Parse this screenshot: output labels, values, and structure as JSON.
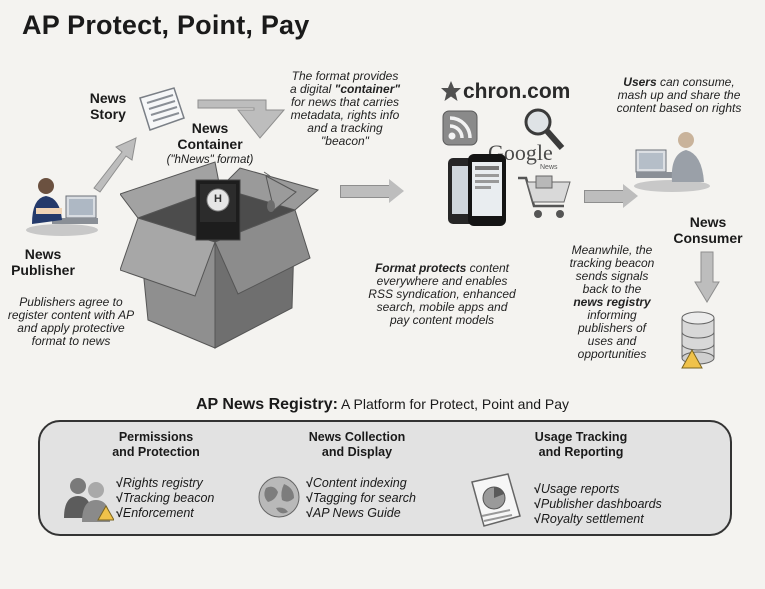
{
  "title": "AP Protect, Point, Pay",
  "labels": {
    "news_story": [
      "News",
      "Story"
    ],
    "news_container": [
      "News",
      "Container"
    ],
    "container_format": "(\"hNews\" format)",
    "news_publisher": [
      "News",
      "Publisher"
    ],
    "news_consumer": [
      "News",
      "Consumer"
    ]
  },
  "notes": {
    "format_provides": [
      "The format provides",
      "a digital",
      "\"container\"",
      "for news that carries",
      "metadata, rights info",
      "and a tracking",
      "\"beacon\""
    ],
    "publishers_agree": [
      "Publishers agree to",
      "register content with AP",
      "and apply protective",
      "format to news"
    ],
    "format_protects": [
      "Format protects",
      "content",
      "everywhere and enables",
      "RSS syndication, enhanced",
      "search, mobile apps and",
      "pay content models"
    ],
    "users_consume": [
      "Users",
      "can consume,",
      "mash up and share the",
      "content based on rights"
    ],
    "meanwhile": [
      "Meanwhile, the",
      "tracking beacon",
      "sends signals",
      "back to the",
      "news registry",
      "informing",
      "publishers of",
      "uses and",
      "opportunities"
    ]
  },
  "logos": {
    "chron": "chron.com",
    "google": "Google",
    "google_sub": "News",
    "hnews_badge": "H"
  },
  "registry": {
    "title_strong": "AP News Registry:",
    "title_rest": "A Platform for Protect, Point and Pay",
    "columns": [
      {
        "title": [
          "Permissions",
          "and Protection"
        ],
        "items": [
          "Rights registry",
          "Tracking beacon",
          "Enforcement"
        ]
      },
      {
        "title": [
          "News Collection",
          "and Display"
        ],
        "items": [
          "Content indexing",
          "Tagging for search",
          "AP News Guide"
        ]
      },
      {
        "title": [
          "Usage Tracking",
          "and Reporting"
        ],
        "items": [
          "Usage reports",
          "Publisher dashboards",
          "Royalty settlement"
        ]
      }
    ]
  }
}
